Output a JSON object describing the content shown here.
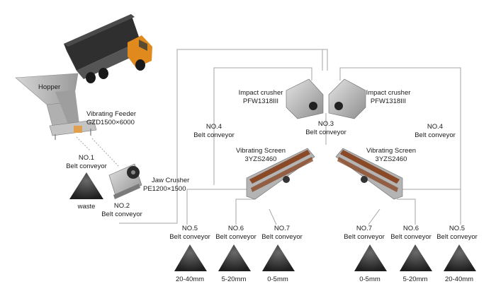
{
  "labels": {
    "hopper": "Hopper",
    "feeder_line1": "Vibrating Feeder",
    "feeder_line2": "GZD1500×6000",
    "no1_line1": "NO.1",
    "no1_line2": "Belt conveyor",
    "waste": "waste",
    "jaw_line1": "Jaw Crusher",
    "jaw_line2": "PE1200×1500",
    "no2_line1": "NO.2",
    "no2_line2": "Belt conveyor",
    "impact_left_line1": "Impact crusher",
    "impact_left_line2": "PFW1318III",
    "impact_right_line1": "Impact crusher",
    "impact_right_line2": "PFW1318III",
    "no3_line1": "NO.3",
    "no3_line2": "Belt conveyor",
    "no4_left_line1": "NO.4",
    "no4_left_line2": "Belt conveyor",
    "no4_right_line1": "NO.4",
    "no4_right_line2": "Belt conveyor",
    "screen_left_line1": "Vibrating Screen",
    "screen_left_line2": "3YZS2460",
    "screen_right_line1": "Vibrating Screen",
    "screen_right_line2": "3YZS2460",
    "no5_left_line1": "NO.5",
    "no5_left_line2": "Belt conveyor",
    "no6_left_line1": "NO.6",
    "no6_left_line2": "Belt conveyor",
    "no7_left_line1": "NO.7",
    "no7_left_line2": "Belt conveyor",
    "no7_right_line1": "NO.7",
    "no7_right_line2": "Belt conveyor",
    "no6_right_line1": "NO.6",
    "no6_right_line2": "Belt conveyor",
    "no5_right_line1": "NO.5",
    "no5_right_line2": "Belt conveyor",
    "size_a": "20-40mm",
    "size_b": "5-20mm",
    "size_c": "0-5mm",
    "size_d": "0-5mm",
    "size_e": "5-20mm",
    "size_f": "20-40mm"
  },
  "colors": {
    "line": "#9a9a9a",
    "truck_body": "#2e2e2e",
    "truck_cab": "#e08a1e",
    "machine": "#b8b8b8",
    "screen_deck": "#8a4a28",
    "pile": "#3a3a3a"
  }
}
